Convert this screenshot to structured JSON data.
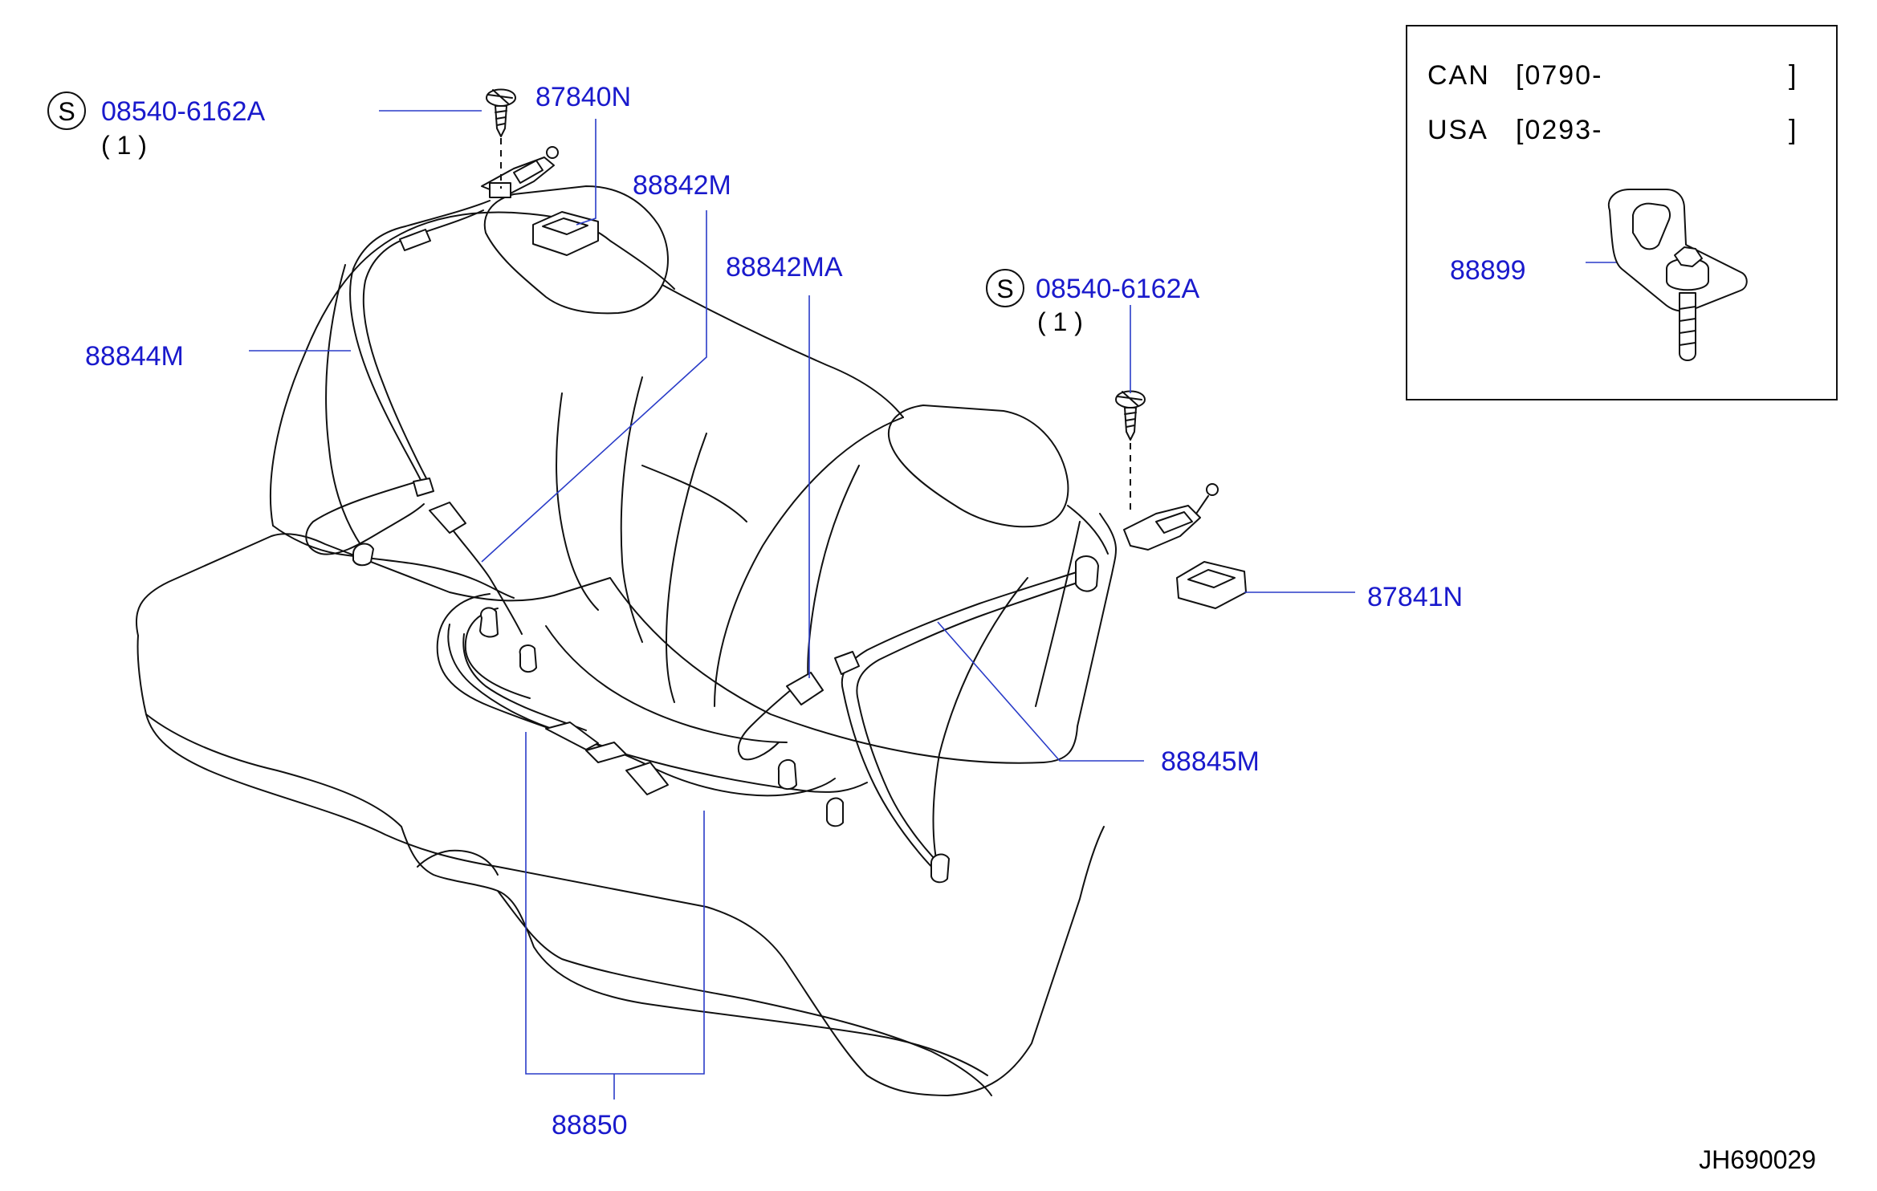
{
  "diagram": {
    "diagram_id": "JH690029",
    "colors": {
      "label": "#1a1acc",
      "leader": "#2a3cc8",
      "ink": "#111111",
      "background": "#ffffff"
    },
    "parts": [
      {
        "key": "bolt_left",
        "number": "08540-6162A",
        "qty": "( 1 )",
        "prefix": "S",
        "icon": "bolt-icon"
      },
      {
        "key": "cover_left",
        "number": "87840N",
        "icon": "anchor-cover-icon"
      },
      {
        "key": "belt_center",
        "number": "88842M"
      },
      {
        "key": "belt_center_alt",
        "number": "88842MA"
      },
      {
        "key": "bolt_right",
        "number": "08540-6162A",
        "qty": "( 1 )",
        "prefix": "S",
        "icon": "bolt-icon"
      },
      {
        "key": "belt_left",
        "number": "88844M"
      },
      {
        "key": "cover_right",
        "number": "87841N",
        "icon": "anchor-cover-icon"
      },
      {
        "key": "belt_right",
        "number": "88845M"
      },
      {
        "key": "buckle_set",
        "number": "88850"
      }
    ],
    "inset": {
      "rows": [
        {
          "market": "CAN",
          "range_open": "[0790-",
          "range_close": "]"
        },
        {
          "market": "USA",
          "range_open": "[0293-",
          "range_close": "]"
        }
      ],
      "part": {
        "number": "88899",
        "icon": "anchor-bracket-icon"
      }
    }
  }
}
